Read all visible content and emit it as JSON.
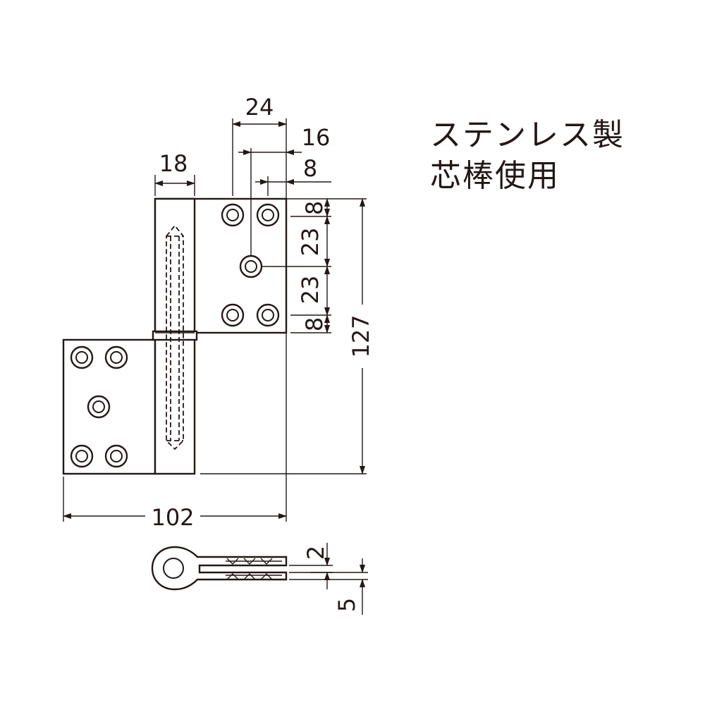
{
  "notes": {
    "material": "ステンレス製",
    "pin": "芯棒使用"
  },
  "dimensions": {
    "top_width": "24",
    "hole_offset_16": "16",
    "hole_offset_8": "8",
    "knuckle_width": "18",
    "overall_width": "102",
    "overall_height": "127",
    "v_edge_top": "8",
    "v_pitch_upper": "23",
    "v_pitch_lower": "23",
    "v_edge_bottom": "8",
    "thickness": "2",
    "side_offset": "5"
  }
}
